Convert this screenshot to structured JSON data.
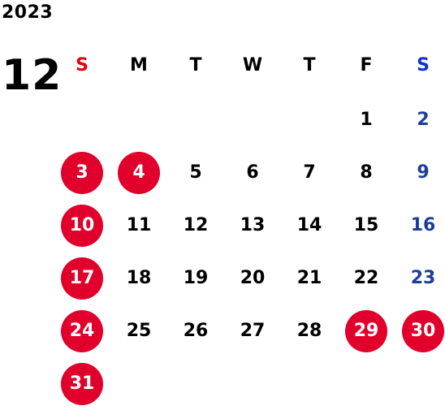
{
  "calendar": {
    "year": "2023",
    "month": "12",
    "weekdays": [
      "S",
      "M",
      "T",
      "W",
      "T",
      "F",
      "S"
    ],
    "holiday_color": "#e0002b",
    "saturday_color": "#1a3f99",
    "sunday_header_color": "#e60012",
    "weeks": [
      [
        null,
        null,
        null,
        null,
        null,
        {
          "day": "1"
        },
        {
          "day": "2",
          "type": "sat"
        }
      ],
      [
        {
          "day": "3",
          "type": "holiday"
        },
        {
          "day": "4",
          "type": "holiday"
        },
        {
          "day": "5"
        },
        {
          "day": "6"
        },
        {
          "day": "7"
        },
        {
          "day": "8"
        },
        {
          "day": "9",
          "type": "sat"
        }
      ],
      [
        {
          "day": "10",
          "type": "holiday"
        },
        {
          "day": "11"
        },
        {
          "day": "12"
        },
        {
          "day": "13"
        },
        {
          "day": "14"
        },
        {
          "day": "15"
        },
        {
          "day": "16",
          "type": "sat"
        }
      ],
      [
        {
          "day": "17",
          "type": "holiday"
        },
        {
          "day": "18"
        },
        {
          "day": "19"
        },
        {
          "day": "20"
        },
        {
          "day": "21"
        },
        {
          "day": "22"
        },
        {
          "day": "23",
          "type": "sat"
        }
      ],
      [
        {
          "day": "24",
          "type": "holiday"
        },
        {
          "day": "25"
        },
        {
          "day": "26"
        },
        {
          "day": "27"
        },
        {
          "day": "28"
        },
        {
          "day": "29",
          "type": "holiday"
        },
        {
          "day": "30",
          "type": "holiday"
        }
      ],
      [
        {
          "day": "31",
          "type": "holiday"
        },
        null,
        null,
        null,
        null,
        null,
        null
      ]
    ]
  }
}
